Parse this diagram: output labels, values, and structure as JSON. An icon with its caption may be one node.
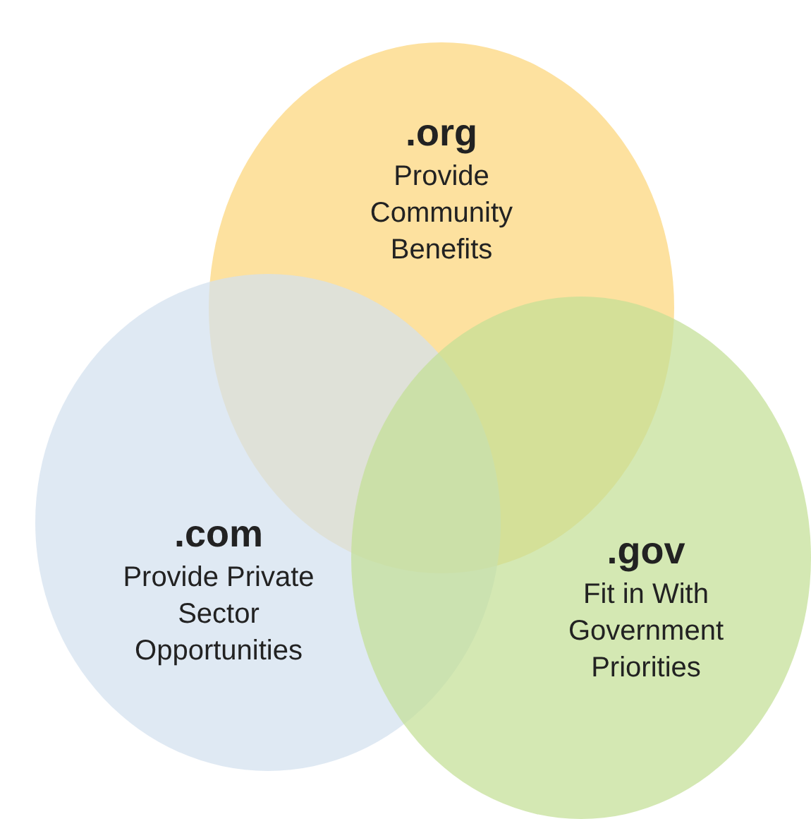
{
  "diagram": {
    "nodes": [
      {
        "text": [
          ".org",
          "Provide Community Benefits"
        ]
      },
      {
        "text": [
          ".com",
          "Provide Private Sector Opportunities"
        ]
      },
      {
        "text": [
          ".gov",
          "Fit in With Government Priorities"
        ]
      }
    ]
  }
}
